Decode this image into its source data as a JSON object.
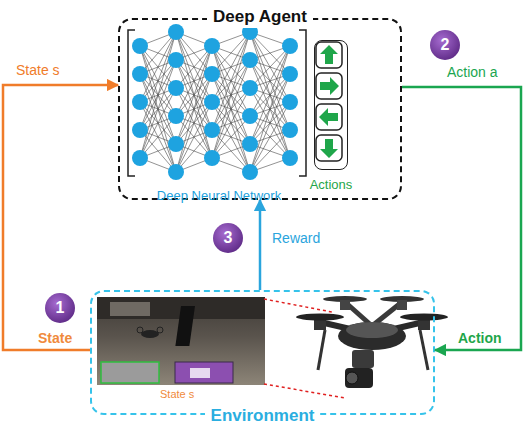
{
  "diagram": {
    "nodes": [
      {
        "text": [
          "Deep Agent"
        ]
      },
      {
        "text": [
          "Deep Neural Network"
        ],
        "in": 0
      },
      {
        "text": [
          "Actions"
        ],
        "in": 0
      },
      {
        "text": [
          "Environment"
        ]
      }
    ],
    "edges": [
      {
        "from": 3,
        "to": 0,
        "arrow": "to",
        "label": "State s"
      },
      {
        "from": 0,
        "to": 3,
        "arrow": "to",
        "label": "Action a"
      },
      {
        "from": 3,
        "to": 0,
        "arrow": "to",
        "label": "Reward"
      }
    ],
    "labels": [
      "1",
      "State",
      "2",
      "Action",
      "3",
      "State s"
    ]
  }
}
